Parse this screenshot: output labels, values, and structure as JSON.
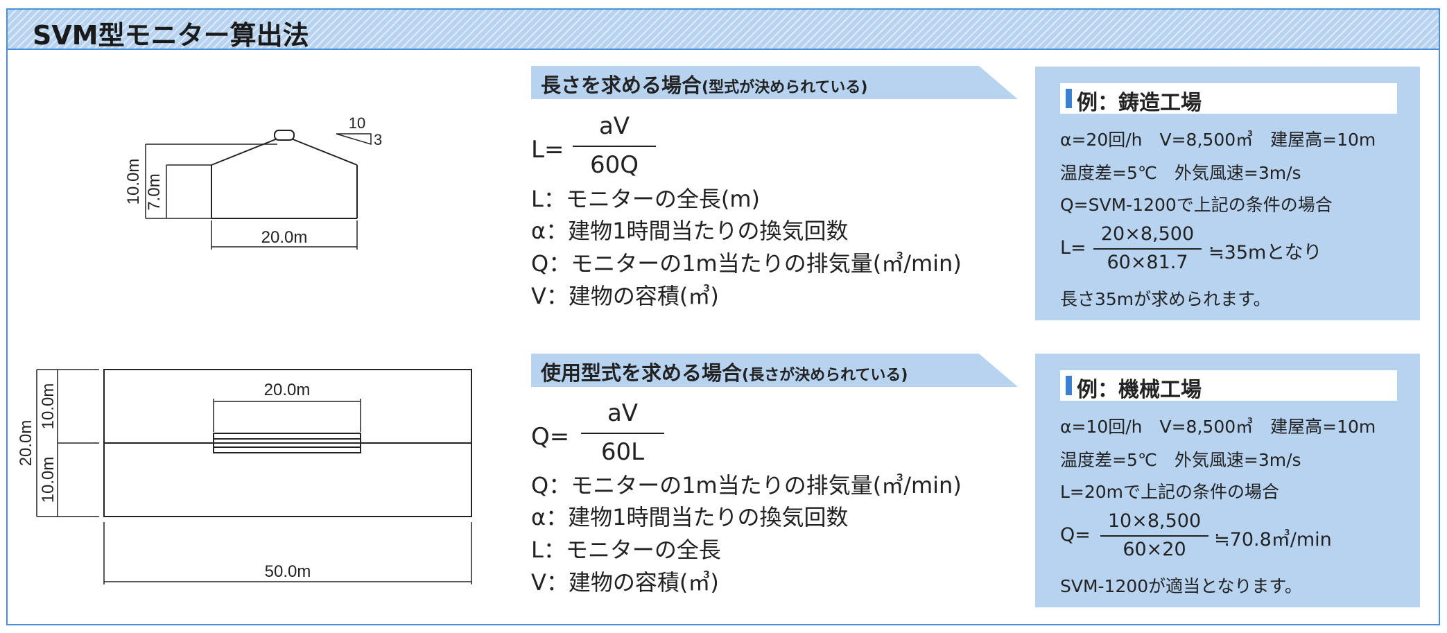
{
  "title": "SVM型モニター算出法",
  "diagram_top": {
    "dim_total_height": "10.0m",
    "dim_wall_height": "7.0m",
    "dim_width": "20.0m",
    "slope_run": "10",
    "slope_rise": "3"
  },
  "diagram_bottom": {
    "dim_monitor_length": "20.0m",
    "dim_total_depth": "20.0m",
    "dim_half_upper": "10.0m",
    "dim_half_lower": "10.0m",
    "dim_building_length": "50.0m"
  },
  "section_length": {
    "heading": "長さを求める場合",
    "heading_note": "(型式が決められている)",
    "formula_lhs": "L=",
    "formula_num": "aV",
    "formula_den": "60Q",
    "defs": [
      "L：モニターの全長(m)",
      "α：建物1時間当たりの換気回数",
      "Q：モニターの1m当たりの排気量(㎥/min)",
      "V：建物の容積(㎥)"
    ]
  },
  "section_model": {
    "heading": "使用型式を求める場合",
    "heading_note": "(長さが決められている)",
    "formula_lhs": "Q=",
    "formula_num": "aV",
    "formula_den": "60L",
    "defs": [
      "Q：モニターの1m当たりの排気量(㎥/min)",
      "α：建物1時間当たりの換気回数",
      "L：モニターの全長",
      "V：建物の容積(㎥)"
    ]
  },
  "example_foundry": {
    "title": "例：鋳造工場",
    "conditions": [
      "α=20回/h　V=8,500㎥　建屋高=10m",
      "温度差=5℃　外気風速=3m/s",
      "Q=SVM-1200で上記の条件の場合"
    ],
    "calc_lhs": "L=",
    "calc_num": "20×8,500",
    "calc_den": "60×81.7",
    "calc_result": "≒35mとなり",
    "conclusion": "長さ35mが求められます。"
  },
  "example_machine": {
    "title": "例：機械工場",
    "conditions": [
      "α=10回/h　V=8,500㎥　建屋高=10m",
      "温度差=5℃　外気風速=3m/s",
      "L=20mで上記の条件の場合"
    ],
    "calc_lhs": "Q=",
    "calc_num": "10×8,500",
    "calc_den": "60×20",
    "calc_result": "≒70.8㎥/min",
    "conclusion": "SVM-1200が適当となります。"
  },
  "colors": {
    "accent_blue": "#4a90d9",
    "panel_blue": "#b7d3f0",
    "marker_blue": "#3a7fd0"
  }
}
